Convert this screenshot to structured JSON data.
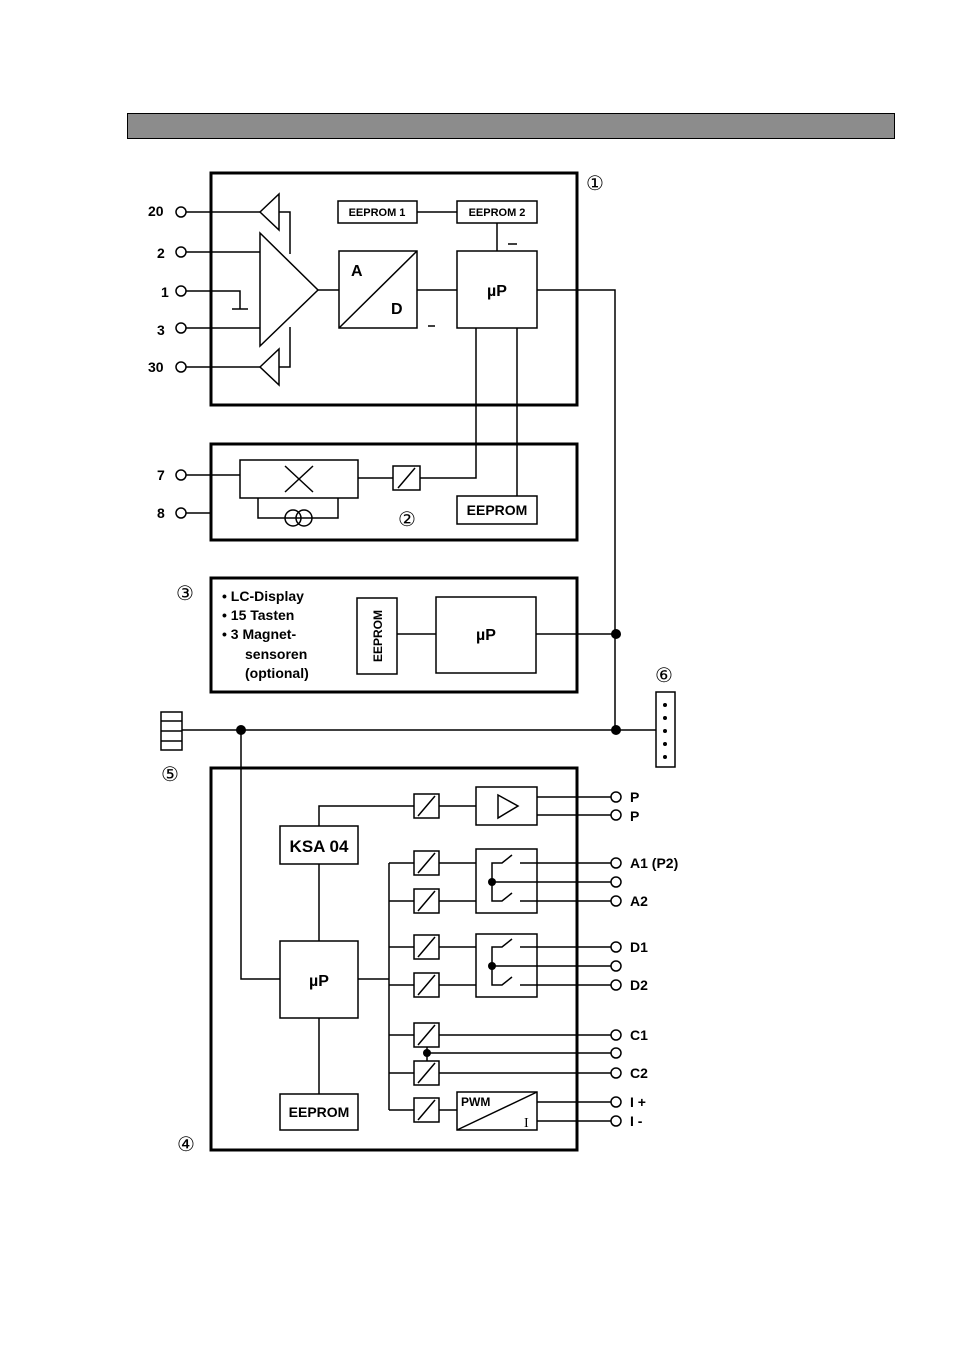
{
  "header": {
    "title": ""
  },
  "markers": {
    "m1": "①",
    "m2": "②",
    "m3": "③",
    "m4": "④",
    "m5": "⑤",
    "m6": "⑥"
  },
  "block1": {
    "inputs": [
      "20",
      "2",
      "1",
      "3",
      "30"
    ],
    "eeprom1": "EEPROM 1",
    "eeprom2": "EEPROM 2",
    "ad_a": "A",
    "ad_d": "D",
    "up": "µP"
  },
  "block2": {
    "inputs": [
      "7",
      "8"
    ],
    "eeprom": "EEPROM"
  },
  "block3": {
    "features": [
      "• LC-Display",
      "• 15 Tasten",
      "• 3 Magnet-",
      "sensoren",
      "(optional)"
    ],
    "eeprom": "EEPROM",
    "up": "µP"
  },
  "block4": {
    "ksa": "KSA 04",
    "up": "µP",
    "eeprom": "EEPROM",
    "pwm": "PWM",
    "pwm_i": "I",
    "outputs": [
      "P",
      "P",
      "A1 (P2)",
      "A2",
      "D1",
      "D2",
      "C1",
      "C2",
      "I +",
      "I -"
    ]
  }
}
